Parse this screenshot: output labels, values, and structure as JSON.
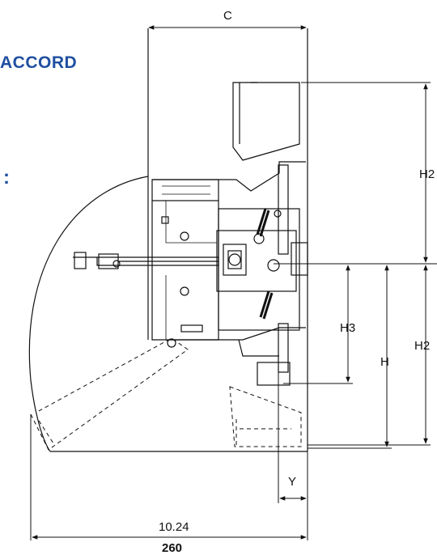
{
  "brand": {
    "text": "ACCORD",
    "color": "#1f4fa0"
  },
  "side_mark": ":",
  "dimensions": {
    "c": "C",
    "h2_top": "H2",
    "h2_bottom": "H2",
    "h3": "H3",
    "h": "H",
    "y": "Y",
    "width_in": "10.24",
    "width_mm": "260"
  }
}
